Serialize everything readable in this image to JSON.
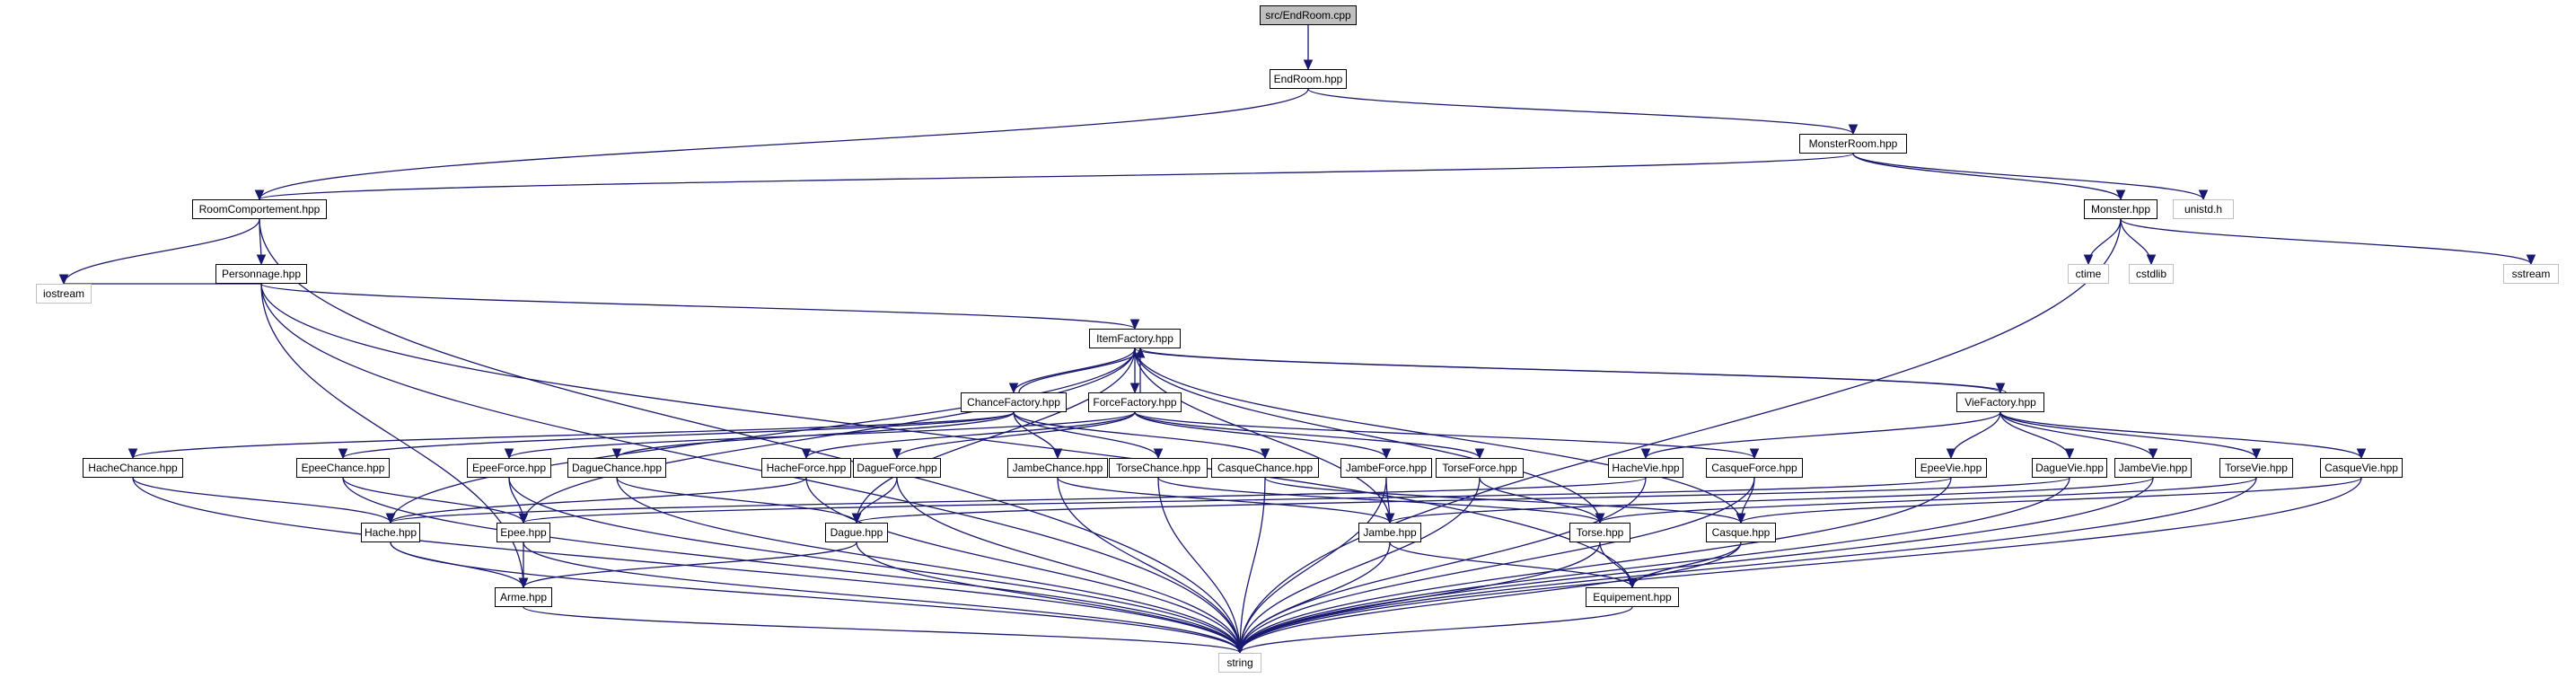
{
  "colors": {
    "edge": "#191970",
    "node_border": "#000000",
    "root_fill": "#bfbfbf",
    "external_border": "#bfbfbf"
  },
  "nodes": {
    "end_room_cpp": "src/EndRoom.cpp",
    "end_room": "EndRoom.hpp",
    "monster_room": "MonsterRoom.hpp",
    "room_comportement": "RoomComportement.hpp",
    "unistd": "unistd.h",
    "monster": "Monster.hpp",
    "personnage": "Personnage.hpp",
    "ctime": "ctime",
    "cstdlib": "cstdlib",
    "sstream": "sstream",
    "iostream": "iostream",
    "item_factory": "ItemFactory.hpp",
    "chance_factory": "ChanceFactory.hpp",
    "force_factory": "ForceFactory.hpp",
    "vie_factory": "VieFactory.hpp",
    "hache_chance": "HacheChance.hpp",
    "epee_chance": "EpeeChance.hpp",
    "epee_force": "EpeeForce.hpp",
    "dague_chance": "DagueChance.hpp",
    "hache_force": "HacheForce.hpp",
    "dague_force": "DagueForce.hpp",
    "jambe_chance": "JambeChance.hpp",
    "torse_chance": "TorseChance.hpp",
    "casque_chance": "CasqueChance.hpp",
    "jambe_force": "JambeForce.hpp",
    "torse_force": "TorseForce.hpp",
    "hache_vie": "HacheVie.hpp",
    "casque_force": "CasqueForce.hpp",
    "epee_vie": "EpeeVie.hpp",
    "dague_vie": "DagueVie.hpp",
    "jambe_vie": "JambeVie.hpp",
    "torse_vie": "TorseVie.hpp",
    "casque_vie": "CasqueVie.hpp",
    "hache": "Hache.hpp",
    "epee": "Epee.hpp",
    "dague": "Dague.hpp",
    "jambe": "Jambe.hpp",
    "torse": "Torse.hpp",
    "casque": "Casque.hpp",
    "arme": "Arme.hpp",
    "equipement": "Equipement.hpp",
    "string": "string"
  },
  "edges": [
    [
      "end_room_cpp",
      "end_room"
    ],
    [
      "end_room",
      "room_comportement"
    ],
    [
      "end_room",
      "monster_room"
    ],
    [
      "monster_room",
      "room_comportement"
    ],
    [
      "monster_room",
      "unistd"
    ],
    [
      "monster_room",
      "monster"
    ],
    [
      "room_comportement",
      "personnage"
    ],
    [
      "room_comportement",
      "iostream"
    ],
    [
      "room_comportement",
      "string"
    ],
    [
      "monster",
      "ctime"
    ],
    [
      "monster",
      "cstdlib"
    ],
    [
      "monster",
      "sstream"
    ],
    [
      "monster",
      "string"
    ],
    [
      "personnage",
      "iostream"
    ],
    [
      "personnage",
      "item_factory"
    ],
    [
      "personnage",
      "equipement"
    ],
    [
      "personnage",
      "arme"
    ],
    [
      "personnage",
      "string"
    ],
    [
      "item_factory",
      "chance_factory"
    ],
    [
      "item_factory",
      "force_factory"
    ],
    [
      "item_factory",
      "vie_factory"
    ],
    [
      "item_factory",
      "hache"
    ],
    [
      "item_factory",
      "epee"
    ],
    [
      "item_factory",
      "dague"
    ],
    [
      "item_factory",
      "jambe"
    ],
    [
      "item_factory",
      "torse"
    ],
    [
      "item_factory",
      "casque"
    ],
    [
      "chance_factory",
      "item_factory"
    ],
    [
      "force_factory",
      "item_factory"
    ],
    [
      "vie_factory",
      "item_factory"
    ],
    [
      "chance_factory",
      "hache_chance"
    ],
    [
      "chance_factory",
      "epee_chance"
    ],
    [
      "chance_factory",
      "dague_chance"
    ],
    [
      "chance_factory",
      "jambe_chance"
    ],
    [
      "chance_factory",
      "torse_chance"
    ],
    [
      "chance_factory",
      "casque_chance"
    ],
    [
      "force_factory",
      "epee_force"
    ],
    [
      "force_factory",
      "hache_force"
    ],
    [
      "force_factory",
      "dague_force"
    ],
    [
      "force_factory",
      "jambe_force"
    ],
    [
      "force_factory",
      "torse_force"
    ],
    [
      "force_factory",
      "casque_force"
    ],
    [
      "vie_factory",
      "hache_vie"
    ],
    [
      "vie_factory",
      "epee_vie"
    ],
    [
      "vie_factory",
      "dague_vie"
    ],
    [
      "vie_factory",
      "jambe_vie"
    ],
    [
      "vie_factory",
      "torse_vie"
    ],
    [
      "vie_factory",
      "casque_vie"
    ],
    [
      "hache_chance",
      "hache"
    ],
    [
      "hache_chance",
      "string"
    ],
    [
      "epee_chance",
      "epee"
    ],
    [
      "epee_chance",
      "string"
    ],
    [
      "epee_force",
      "epee"
    ],
    [
      "epee_force",
      "string"
    ],
    [
      "dague_chance",
      "dague"
    ],
    [
      "dague_chance",
      "string"
    ],
    [
      "hache_force",
      "hache"
    ],
    [
      "hache_force",
      "string"
    ],
    [
      "dague_force",
      "dague"
    ],
    [
      "dague_force",
      "string"
    ],
    [
      "jambe_chance",
      "jambe"
    ],
    [
      "jambe_chance",
      "string"
    ],
    [
      "torse_chance",
      "torse"
    ],
    [
      "torse_chance",
      "string"
    ],
    [
      "casque_chance",
      "casque"
    ],
    [
      "casque_chance",
      "string"
    ],
    [
      "jambe_force",
      "jambe"
    ],
    [
      "jambe_force",
      "string"
    ],
    [
      "torse_force",
      "torse"
    ],
    [
      "torse_force",
      "string"
    ],
    [
      "hache_vie",
      "hache"
    ],
    [
      "hache_vie",
      "string"
    ],
    [
      "casque_force",
      "casque"
    ],
    [
      "casque_force",
      "string"
    ],
    [
      "epee_vie",
      "epee"
    ],
    [
      "epee_vie",
      "string"
    ],
    [
      "dague_vie",
      "dague"
    ],
    [
      "dague_vie",
      "string"
    ],
    [
      "jambe_vie",
      "jambe"
    ],
    [
      "jambe_vie",
      "string"
    ],
    [
      "torse_vie",
      "torse"
    ],
    [
      "torse_vie",
      "string"
    ],
    [
      "casque_vie",
      "casque"
    ],
    [
      "casque_vie",
      "string"
    ],
    [
      "hache",
      "arme"
    ],
    [
      "hache",
      "string"
    ],
    [
      "epee",
      "arme"
    ],
    [
      "epee",
      "string"
    ],
    [
      "dague",
      "arme"
    ],
    [
      "dague",
      "string"
    ],
    [
      "jambe",
      "equipement"
    ],
    [
      "jambe",
      "string"
    ],
    [
      "torse",
      "equipement"
    ],
    [
      "torse",
      "string"
    ],
    [
      "casque",
      "equipement"
    ],
    [
      "casque",
      "string"
    ],
    [
      "arme",
      "string"
    ],
    [
      "equipement",
      "string"
    ]
  ]
}
